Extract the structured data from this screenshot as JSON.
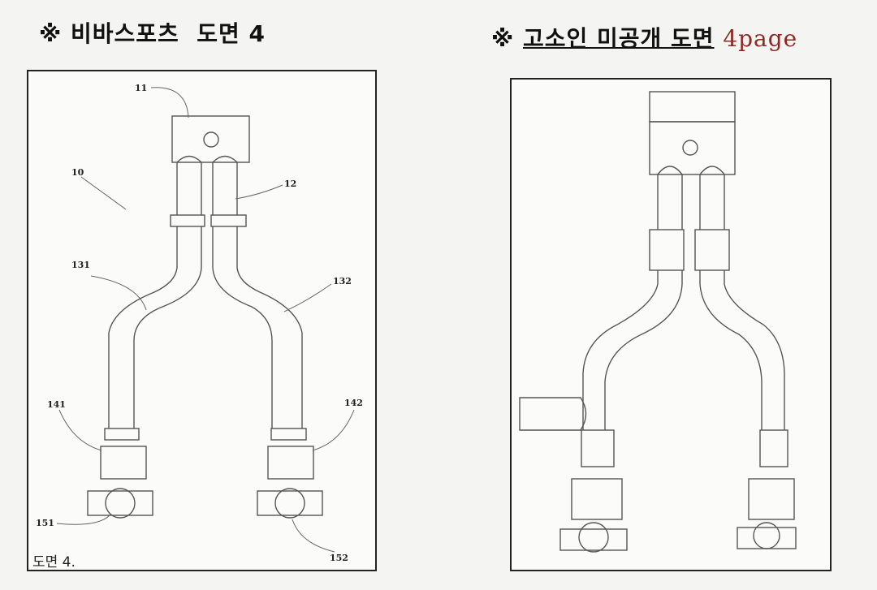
{
  "left_panel": {
    "title_mark": "※",
    "title": "비바스포츠  도면 4",
    "caption": "도면 4.",
    "labels": {
      "l10": "10",
      "l11": "11",
      "l12": "12",
      "l131": "131",
      "l132": "132",
      "l141": "141",
      "l142": "142",
      "l151": "151",
      "l152": "152"
    }
  },
  "right_panel": {
    "title_mark": "※",
    "title": "고소인 미공개 도면",
    "page": "4page"
  }
}
